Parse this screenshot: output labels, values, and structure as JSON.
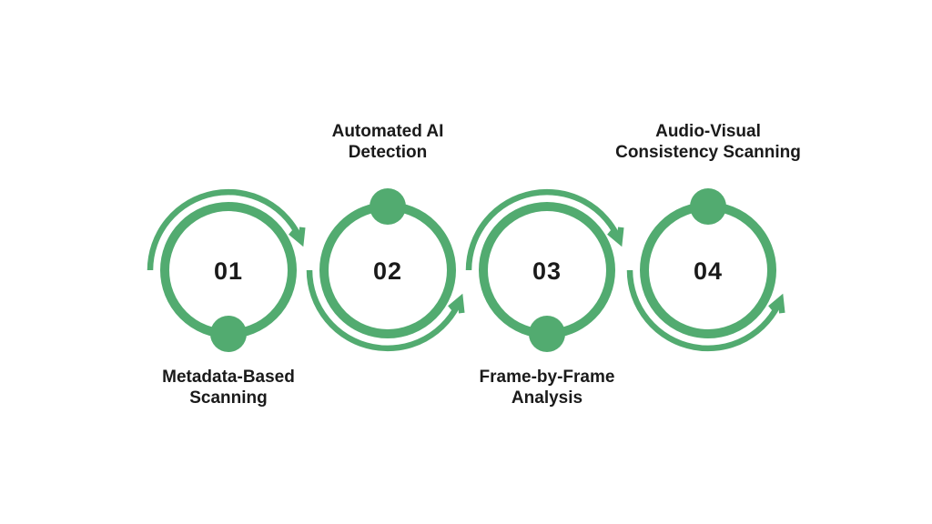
{
  "diagram": {
    "description": "four-step circular process diagram",
    "colors": {
      "accent": "#52ab70",
      "text": "#1a1a1a",
      "background": "#ffffff"
    },
    "steps": [
      {
        "number": "01",
        "label": "Metadata-Based Scanning",
        "lines": [
          "Metadata-Based",
          "Scanning"
        ],
        "label_position": "bottom",
        "dot_position": "bottom",
        "arrow_position": "top"
      },
      {
        "number": "02",
        "label": "Automated AI Detection",
        "lines": [
          "Automated AI",
          "Detection"
        ],
        "label_position": "top",
        "dot_position": "top",
        "arrow_position": "bottom"
      },
      {
        "number": "03",
        "label": "Frame-by-Frame Analysis",
        "lines": [
          "Frame-by-Frame",
          "Analysis"
        ],
        "label_position": "bottom",
        "dot_position": "bottom",
        "arrow_position": "top"
      },
      {
        "number": "04",
        "label": "Audio-Visual Consistency Scanning",
        "lines": [
          "Audio-Visual",
          "Consistency Scanning"
        ],
        "label_position": "top",
        "dot_position": "top",
        "arrow_position": "bottom"
      }
    ]
  }
}
